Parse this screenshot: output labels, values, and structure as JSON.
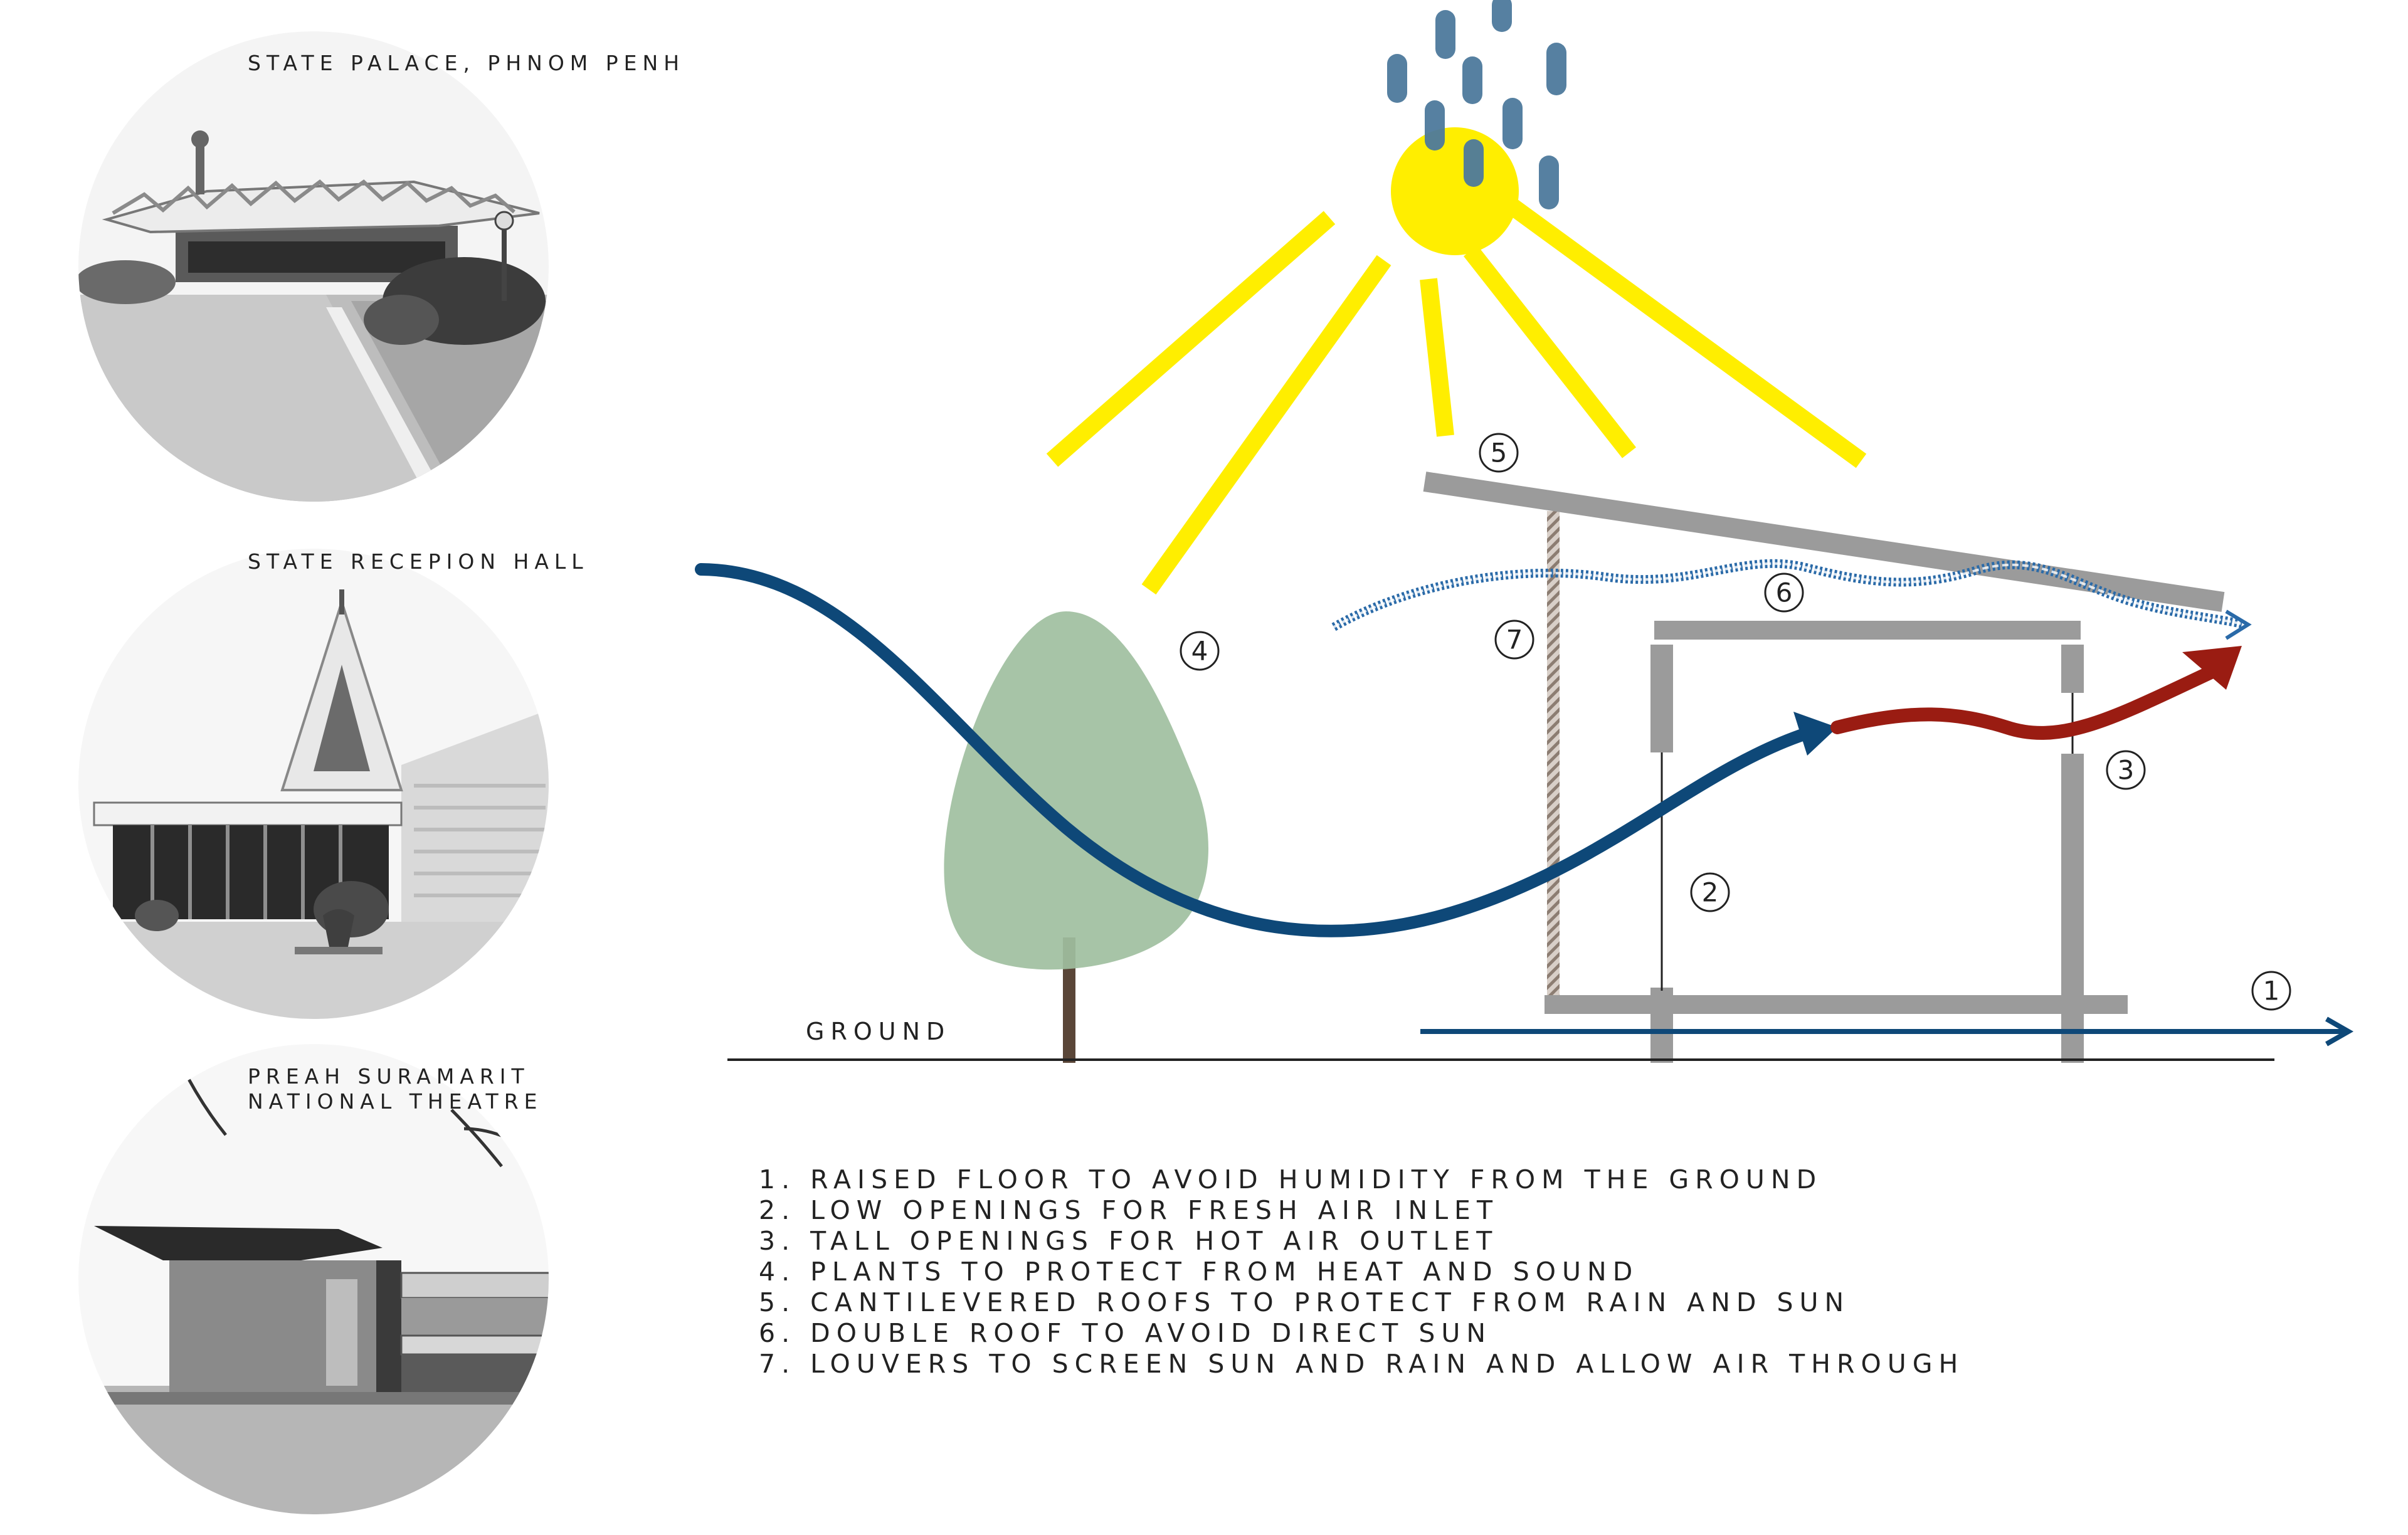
{
  "photos": [
    {
      "caption_lines": [
        "STATE PALACE, PHNOM PENH"
      ]
    },
    {
      "caption_lines": [
        "STATE RECEPION HALL"
      ]
    },
    {
      "caption_lines": [
        "PREAH SURAMARIT",
        "NATIONAL THEATRE"
      ]
    }
  ],
  "ground_label": "GROUND",
  "markers": {
    "m1": "1",
    "m2": "2",
    "m3": "3",
    "m4": "4",
    "m5": "5",
    "m6": "6",
    "m7": "7"
  },
  "legend": [
    "1. RAISED FLOOR TO AVOID HUMIDITY FROM THE GROUND",
    "2. LOW OPENINGS FOR FRESH AIR INLET",
    "3. TALL OPENINGS FOR HOT AIR OUTLET",
    "4. PLANTS TO PROTECT FROM HEAT AND SOUND",
    "5. CANTILEVERED ROOFS TO PROTECT FROM RAIN AND SUN",
    "6. DOUBLE ROOF TO AVOID DIRECT SUN",
    "7. LOUVERS TO SCREEN SUN AND RAIN AND ALLOW AIR THROUGH"
  ],
  "colors": {
    "sun": "#ffee00",
    "rain": "#4e7a9c",
    "roof": "#9b9b9b",
    "cool_air": "#0e4878",
    "hot_air": "#9a1c12",
    "tree": "#9fbf9f",
    "trunk": "#5a4638",
    "louver": "#8c7d72"
  }
}
